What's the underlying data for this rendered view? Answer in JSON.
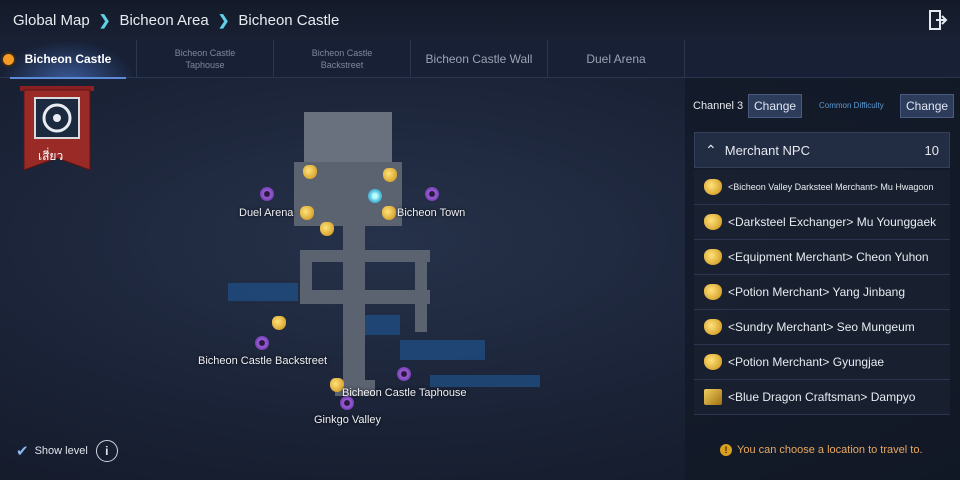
{
  "breadcrumb": [
    "Global Map",
    "Bicheon Area",
    "Bicheon Castle"
  ],
  "tabs": [
    {
      "label": "Bicheon Castle",
      "active": true
    },
    {
      "label": "Bicheon Castle Taphouse"
    },
    {
      "label": "Bicheon Castle Backstreet"
    },
    {
      "label": "Bicheon Castle Wall"
    },
    {
      "label": "Duel Arena"
    }
  ],
  "banner": {
    "text": "เสี่ยว"
  },
  "map": {
    "labels": {
      "duel_arena": "Duel Arena",
      "bicheon_town": "Bicheon Town",
      "backstreet": "Bicheon Castle Backstreet",
      "taphouse": "Bicheon Castle Taphouse",
      "ginkgo": "Ginkgo Valley"
    }
  },
  "channel": {
    "label": "Channel 3",
    "change": "Change",
    "difficulty": "Common Difficulty",
    "difficulty_change": "Change"
  },
  "npc_list": {
    "title": "Merchant NPC",
    "count": "10",
    "items": [
      "<Bicheon Valley Darksteel Merchant> Mu Hwagoon",
      "<Darksteel Exchanger> Mu Younggaek",
      "<Equipment Merchant> Cheon Yuhon",
      "<Potion Merchant> Yang Jinbang",
      "<Sundry Merchant> Seo Mungeum",
      "<Potion Merchant> Gyungjae",
      "<Blue Dragon Craftsman> Dampyo"
    ]
  },
  "show_level": "Show level",
  "hint": "You can choose a location to travel to.",
  "colors": {
    "accent": "#f59a23",
    "button": "#2e3c5c"
  }
}
